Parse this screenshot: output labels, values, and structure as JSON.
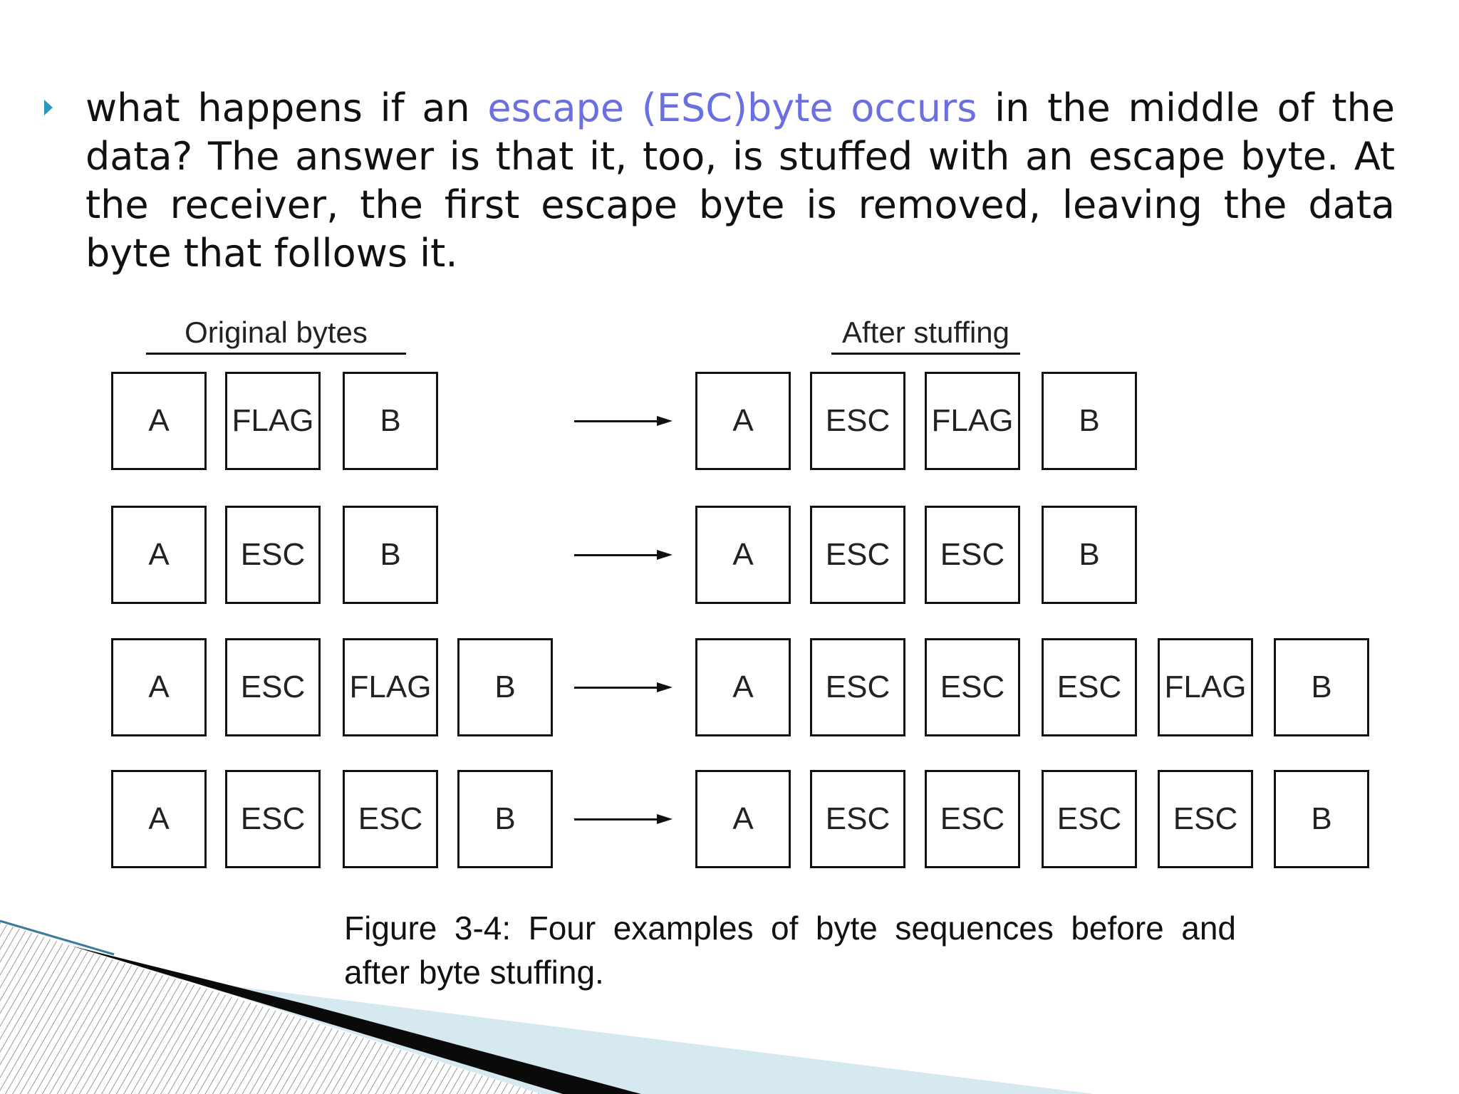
{
  "bullet": {
    "part1": "what happens if an ",
    "highlight": "escape (ESC)byte occurs",
    "part2": " in the middle of the data? The answer is that it, too, is stuffed with an escape byte. At the receiver, the first escape byte is removed, leaving the data byte that follows it."
  },
  "figure": {
    "original_heading": "Original bytes",
    "after_heading": "After stuffing",
    "rows": [
      {
        "original": [
          "A",
          "FLAG",
          "B"
        ],
        "stuffed": [
          "A",
          "ESC",
          "FLAG",
          "B"
        ]
      },
      {
        "original": [
          "A",
          "ESC",
          "B"
        ],
        "stuffed": [
          "A",
          "ESC",
          "ESC",
          "B"
        ]
      },
      {
        "original": [
          "A",
          "ESC",
          "FLAG",
          "B"
        ],
        "stuffed": [
          "A",
          "ESC",
          "ESC",
          "ESC",
          "FLAG",
          "B"
        ]
      },
      {
        "original": [
          "A",
          "ESC",
          "ESC",
          "B"
        ],
        "stuffed": [
          "A",
          "ESC",
          "ESC",
          "ESC",
          "ESC",
          "B"
        ]
      }
    ],
    "caption": "Figure 3-4: Four examples of byte sequences before and after byte stuffing."
  },
  "colors": {
    "bullet_marker": "#2b9bbd",
    "highlight_text": "#6b6fe0",
    "corner_light": "#d6e8f0",
    "corner_dark": "#0a0a0a"
  }
}
